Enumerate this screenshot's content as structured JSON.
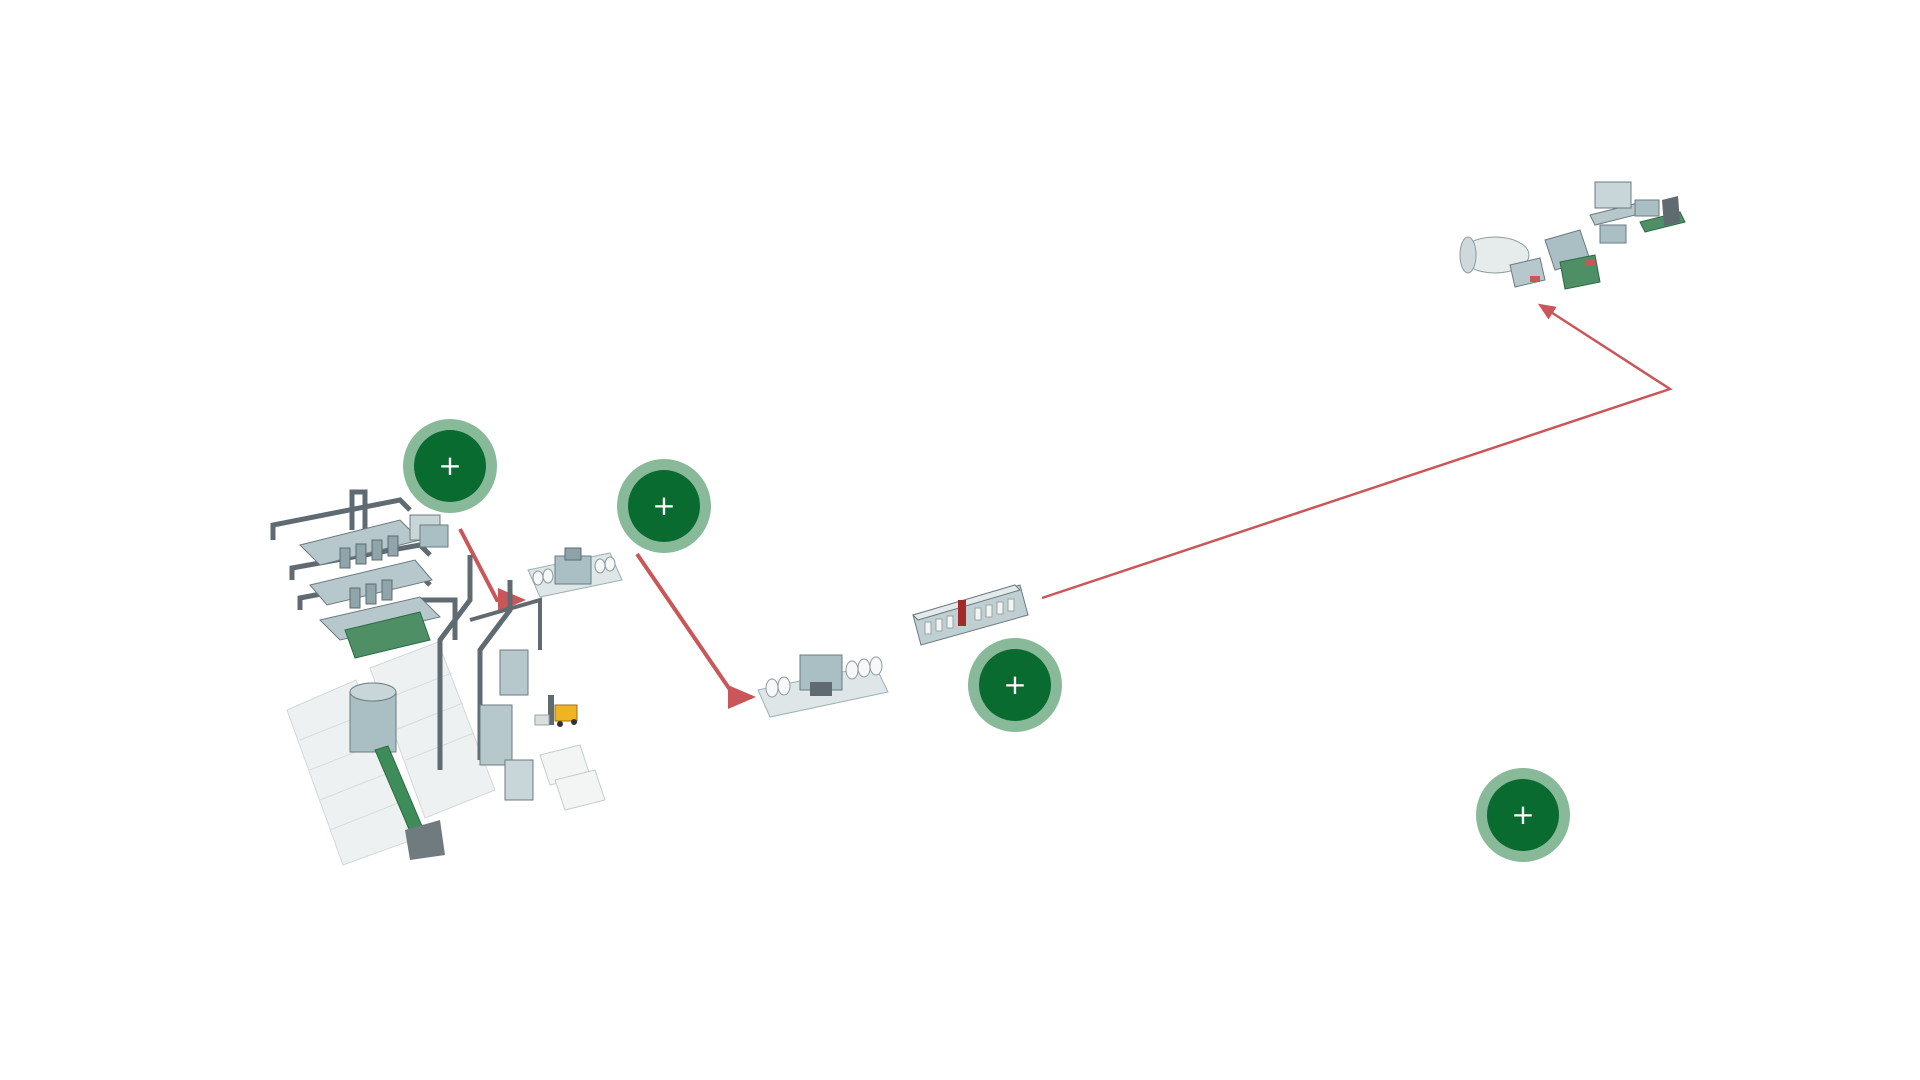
{
  "colors": {
    "background": "#ffffff",
    "flow_line": "#c9575a",
    "hotspot_ring": "#6aab82",
    "hotspot_core": "#0a6b30",
    "hotspot_icon": "#ffffff",
    "machine_body": "#a9bfc4",
    "machine_dark": "#5f6b70",
    "machine_light": "#e9eeee",
    "bale_white": "#f1f3f3"
  },
  "hotspots": [
    {
      "id": "hotspot-blowroom",
      "icon": "plus-icon",
      "label": "+"
    },
    {
      "id": "hotspot-drawframe",
      "icon": "plus-icon",
      "label": "+"
    },
    {
      "id": "hotspot-ringframe",
      "icon": "plus-icon",
      "label": "+"
    },
    {
      "id": "hotspot-winding",
      "icon": "plus-icon",
      "label": "+"
    }
  ]
}
